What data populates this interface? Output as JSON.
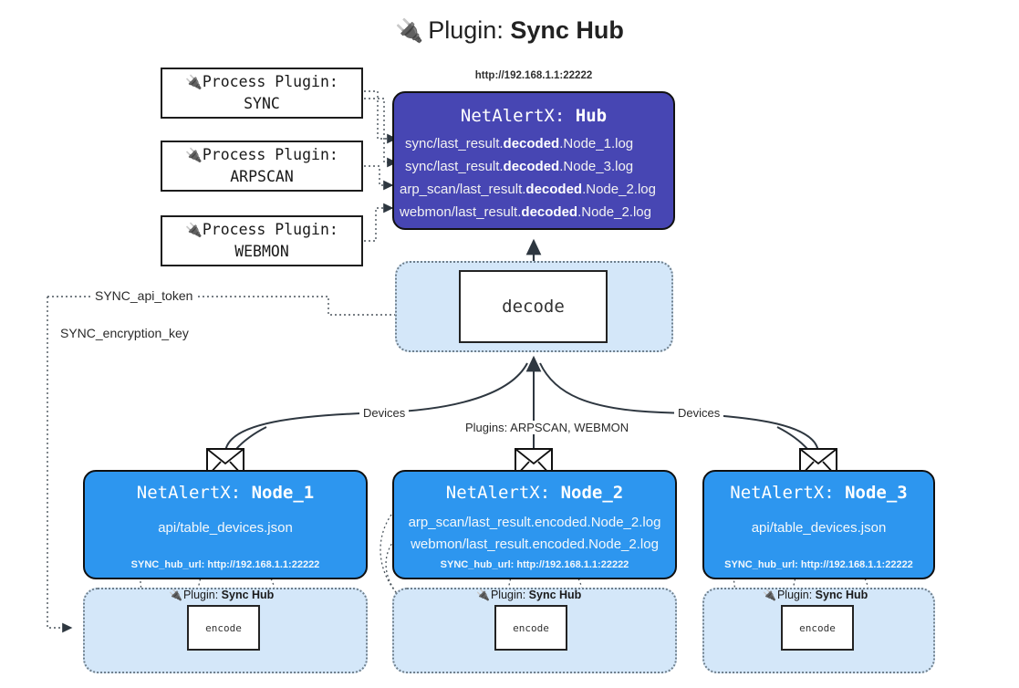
{
  "title": {
    "icon": "plug-icon",
    "prefix": "Plugin:",
    "name": "Sync Hub"
  },
  "process_plugins": [
    {
      "line1": "Process Plugin:",
      "line2": "SYNC"
    },
    {
      "line1": "Process Plugin:",
      "line2": "ARPSCAN"
    },
    {
      "line1": "Process Plugin:",
      "line2": "WEBMON"
    }
  ],
  "hub": {
    "url": "http://192.168.1.1:22222",
    "title_prefix": "NetAlertX:",
    "title_name": "Hub",
    "logs": [
      {
        "pre": "sync/last_result.",
        "mid": "decoded",
        "post": ".Node_1.log"
      },
      {
        "pre": "sync/last_result.",
        "mid": "decoded",
        "post": ".Node_3.log"
      },
      {
        "pre": "arp_scan/last_result.",
        "mid": "decoded",
        "post": ".Node_2.log"
      },
      {
        "pre": "webmon/last_result.",
        "mid": "decoded",
        "post": ".Node_2.log"
      }
    ]
  },
  "decode": {
    "label": "decode"
  },
  "keys": {
    "api_token": "SYNC_api_token",
    "encryption_key": "SYNC_encryption_key"
  },
  "edge_labels": {
    "devices_left": "Devices",
    "plugins_center": "Plugins: ARPSCAN, WEBMON",
    "devices_right": "Devices"
  },
  "nodes": [
    {
      "title_prefix": "NetAlertX:",
      "title_name": "Node_1",
      "lines": [
        "api/table_devices.json"
      ],
      "footer": "SYNC_hub_url: http://192.168.1.1:22222",
      "plugin_label_prefix": "Plugin:",
      "plugin_label_name": "Sync Hub",
      "encode_label": "encode"
    },
    {
      "title_prefix": "NetAlertX:",
      "title_name": "Node_2",
      "lines": [
        "arp_scan/last_result.encoded.Node_2.log",
        "webmon/last_result.encoded.Node_2.log"
      ],
      "footer": "SYNC_hub_url: http://192.168.1.1:22222",
      "plugin_label_prefix": "Plugin:",
      "plugin_label_name": "Sync Hub",
      "encode_label": "encode"
    },
    {
      "title_prefix": "NetAlertX:",
      "title_name": "Node_3",
      "lines": [
        "api/table_devices.json"
      ],
      "footer": "SYNC_hub_url: http://192.168.1.1:22222",
      "plugin_label_prefix": "Plugin:",
      "plugin_label_name": "Sync Hub",
      "encode_label": "encode"
    }
  ],
  "colors": {
    "hub": "#4746b3",
    "node": "#2d96ef",
    "container": "#d4e7f9",
    "stroke": "#3b444b"
  }
}
